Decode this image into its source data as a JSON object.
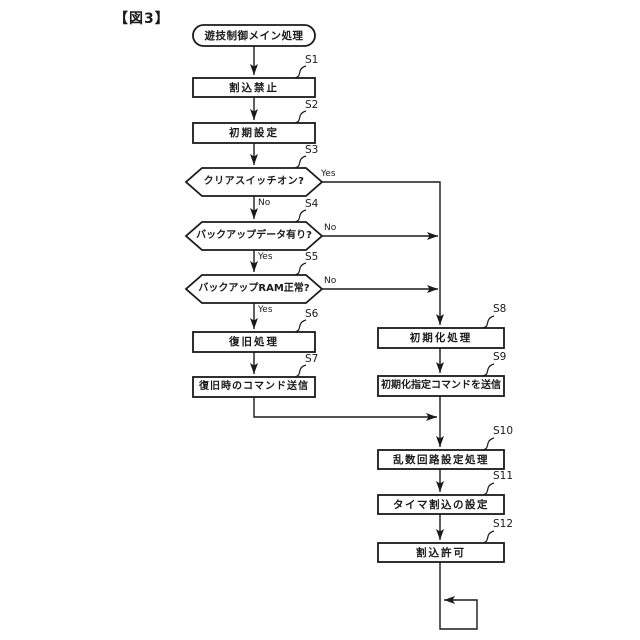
{
  "figure": {
    "title": "【図3】"
  },
  "colors": {
    "line": "#1a1a1a",
    "background": "#ffffff"
  },
  "flow": {
    "nodes": {
      "start": {
        "label": "遊技制御メイン処理",
        "type": "terminal"
      },
      "s1": {
        "step": "S1",
        "label": "割込禁止",
        "type": "process"
      },
      "s2": {
        "step": "S2",
        "label": "初期設定",
        "type": "process"
      },
      "s3": {
        "step": "S3",
        "label": "クリアスイッチオン?",
        "type": "decision",
        "yes": "Yes",
        "no": "No"
      },
      "s4": {
        "step": "S4",
        "label": "バックアップデータ有り?",
        "type": "decision",
        "yes": "Yes",
        "no": "No"
      },
      "s5": {
        "step": "S5",
        "label": "バックアップRAM正常?",
        "type": "decision",
        "yes": "Yes",
        "no": "No"
      },
      "s6": {
        "step": "S6",
        "label": "復旧処理",
        "type": "process"
      },
      "s7": {
        "step": "S7",
        "label": "復旧時のコマンド送信",
        "type": "process"
      },
      "s8": {
        "step": "S8",
        "label": "初期化処理",
        "type": "process"
      },
      "s9": {
        "step": "S9",
        "label": "初期化指定コマンドを送信",
        "type": "process"
      },
      "s10": {
        "step": "S10",
        "label": "乱数回路設定処理",
        "type": "process"
      },
      "s11": {
        "step": "S11",
        "label": "タイマ割込の設定",
        "type": "process"
      },
      "s12": {
        "step": "S12",
        "label": "割込許可",
        "type": "process"
      }
    }
  }
}
